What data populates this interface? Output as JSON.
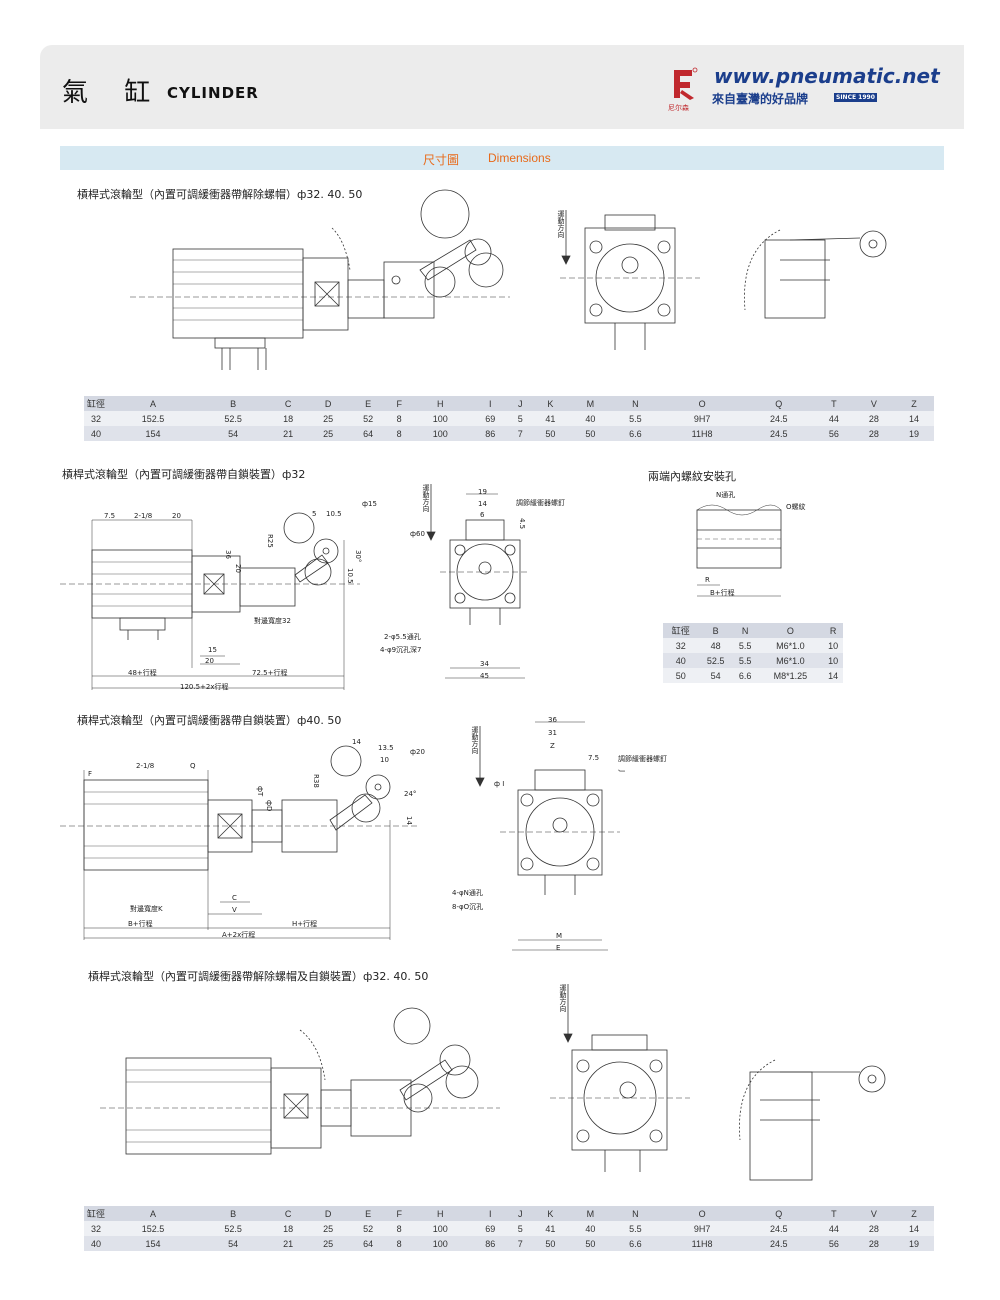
{
  "header": {
    "title_cn": "氣 缸",
    "title_en": "CYLINDER",
    "logo_brand": "尼尔森",
    "logo_url": "www.pneumatic.net",
    "logo_slogan": "來自臺灣的好品牌",
    "logo_since": "SINCE 1990",
    "colors": {
      "brand_red": "#c0282d",
      "brand_blue": "#1b3e8c",
      "band_blue": "#d7e9f2",
      "band_text": "#e86a1a"
    }
  },
  "band": {
    "cn": "尺寸圖",
    "en": "Dimensions"
  },
  "sections": {
    "s1": "槓桿式滾輪型（內置可調緩衝器帶解除螺帽）ф32. 40. 50",
    "s2": "槓桿式滾輪型（內置可調緩衝器帶自鎖裝置）ф32",
    "s3": "兩端內螺紋安裝孔",
    "s4": "槓桿式滾輪型（內置可調緩衝器帶自鎖裝置）ф40. 50",
    "s5": "槓桿式滾輪型（內置可調緩衝器帶解除螺帽及自鎖裝置）ф32. 40. 50"
  },
  "table_main": {
    "headers": [
      "缸徑",
      "A",
      "B",
      "C",
      "D",
      "E",
      "F",
      "H",
      "I",
      "J",
      "K",
      "M",
      "N",
      "O",
      "Q",
      "T",
      "V",
      "Z"
    ],
    "rows": [
      [
        "32",
        "152.5",
        "52.5",
        "18",
        "25",
        "52",
        "8",
        "100",
        "69",
        "5",
        "41",
        "40",
        "5.5",
        "9H7",
        "24.5",
        "44",
        "28",
        "14"
      ],
      [
        "40",
        "154",
        "54",
        "21",
        "25",
        "64",
        "8",
        "100",
        "86",
        "7",
        "50",
        "50",
        "6.6",
        "11H8",
        "24.5",
        "56",
        "28",
        "19"
      ]
    ]
  },
  "table_thread": {
    "headers": [
      "缸徑",
      "B",
      "N",
      "O",
      "R"
    ],
    "rows": [
      [
        "32",
        "48",
        "5.5",
        "M6*1.0",
        "10"
      ],
      [
        "40",
        "52.5",
        "5.5",
        "M6*1.0",
        "10"
      ],
      [
        "50",
        "54",
        "6.6",
        "M8*1.25",
        "14"
      ]
    ]
  },
  "labels": {
    "direction": "運動方向",
    "s2_7_5": "7.5",
    "s2_218": "2-1/8",
    "s2_20a": "20",
    "s2_5": "5",
    "s2_10_5": "10.5",
    "s2_phi15": "ф15",
    "s2_36": "36",
    "s2_r25": "R25",
    "s2_20b": "20",
    "s2_30": "30°",
    "s2_10_5b": "10.5",
    "s2_15": "15",
    "s2_20c": "20",
    "s2_flat": "對邊寬度32",
    "s2_48": "48+行程",
    "s2_72": "72.5+行程",
    "s2_120": "120.5+2x行程",
    "s2_19": "19",
    "s2_14": "14",
    "s2_6": "6",
    "s2_4_5": "4.5",
    "s2_phi60": "ф60",
    "s2_adjust": "調節緩衝器螺釘",
    "s2_hole1": "2-φ5.5通孔",
    "s2_hole2": "4-φ9沉孔深7",
    "s2_34": "34",
    "s2_45": "45",
    "s3_n": "N通孔",
    "s3_o": "O螺紋",
    "s3_r": "R",
    "s3_b": "B+行程",
    "s4_f": "F",
    "s4_218": "2-1/8",
    "s4_q": "Q",
    "s4_r38": "R38",
    "s4_14": "14",
    "s4_13_5": "13.5",
    "s4_10": "10",
    "s4_phi20": "ф20",
    "s4_24": "24°",
    "s4_14b": "14",
    "s4_phit": "фT",
    "s4_phid": "фD",
    "s4_c": "C",
    "s4_v": "V",
    "s4_flat": "對邊寬度K",
    "s4_b": "B+行程",
    "s4_h": "H+行程",
    "s4_a": "A+2x行程",
    "s4_36": "36",
    "s4_31": "31",
    "s4_z": "Z",
    "s4_7_5": "7.5",
    "s4_j": "J",
    "s4_phii": "ф I",
    "s4_adjust": "調節緩衝器螺釘",
    "s4_hole1": "4-φN通孔",
    "s4_hole2": "8-φO沉孔",
    "s4_m": "M",
    "s4_e": "E"
  }
}
